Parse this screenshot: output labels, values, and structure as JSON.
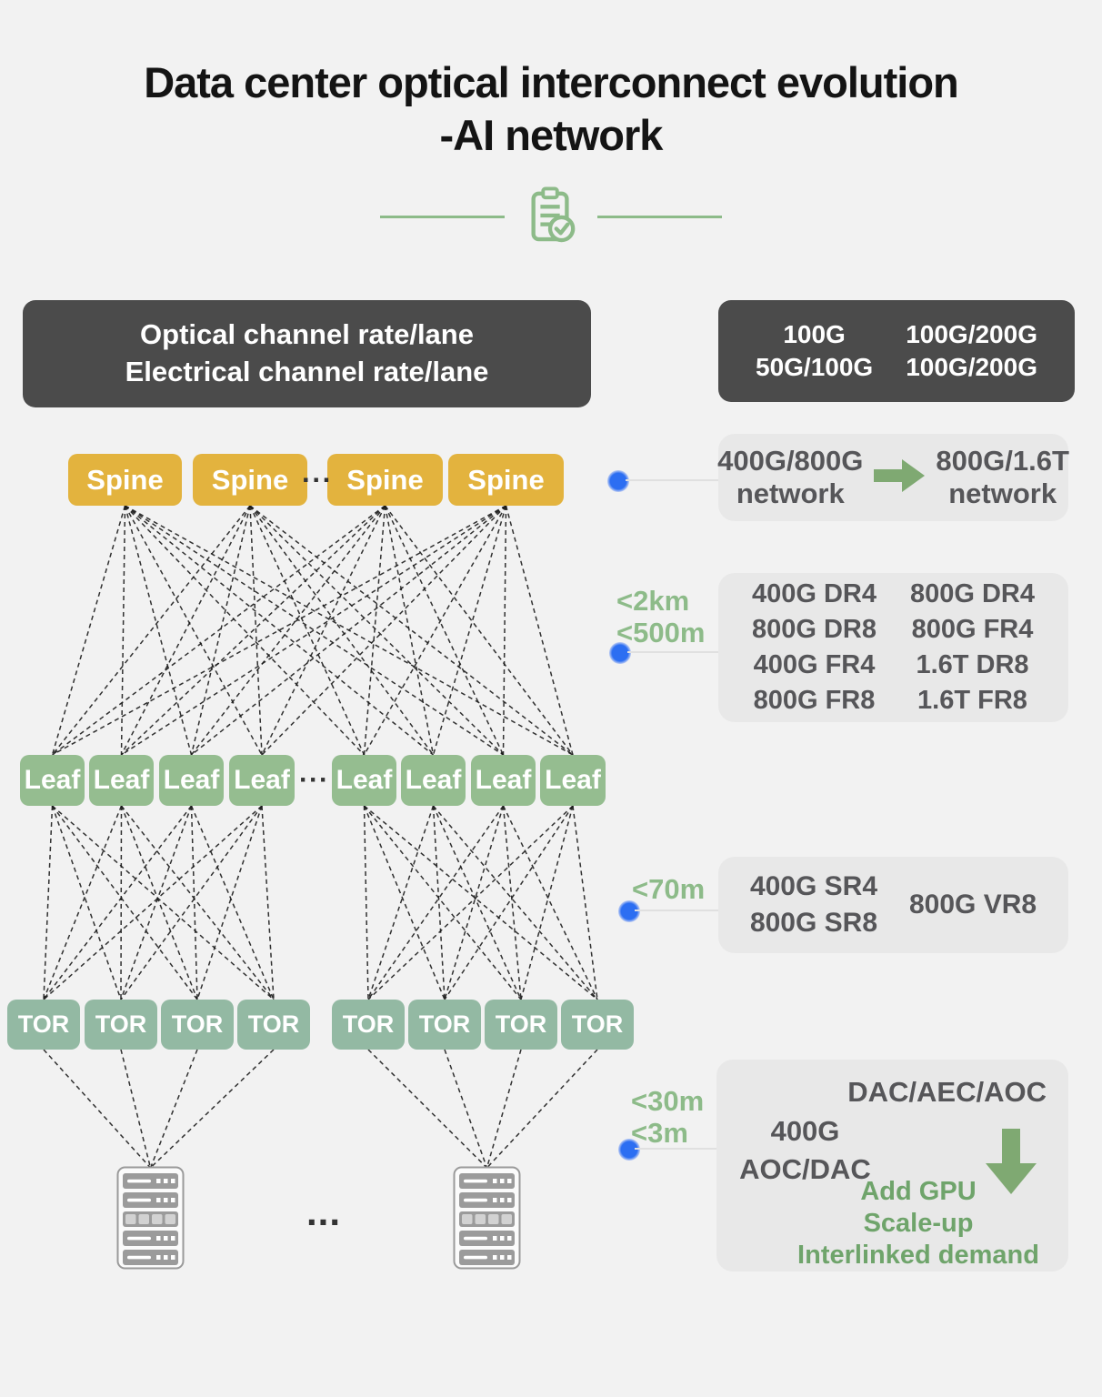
{
  "title": {
    "line1": "Data center optical interconnect evolution",
    "line2": "-AI network"
  },
  "rate_legend": {
    "left": {
      "line1": "Optical channel rate/lane",
      "line2": "Electrical channel rate/lane"
    },
    "right": {
      "optical_now": "100G",
      "optical_next": "100G/200G",
      "electrical_now": "50G/100G",
      "electrical_next": "100G/200G"
    }
  },
  "nodes": {
    "spine_label": "Spine",
    "spine_count": 4,
    "leaf_label": "Leaf",
    "leaf_count": 8,
    "tor_label": "TOR",
    "tor_count": 8,
    "server_count": 2,
    "row_ellipsis": "···",
    "server_ellipsis": "..."
  },
  "annotations": {
    "evolution": {
      "from_line1": "400G/800G",
      "from_line2": "network",
      "to_line1": "800G/1.6T",
      "to_line2": "network"
    },
    "spine_leaf": {
      "distances": [
        "<2km",
        "<500m"
      ],
      "col1": [
        "400G DR4",
        "800G DR8",
        "400G FR4",
        "800G FR8"
      ],
      "col2": [
        "800G DR4",
        "800G FR4",
        "1.6T DR8",
        "1.6T FR8"
      ]
    },
    "leaf_tor": {
      "distances": [
        "<70m"
      ],
      "col1": [
        "400G SR4",
        "800G SR8"
      ],
      "col2": [
        "800G VR8"
      ]
    },
    "tor_server": {
      "distances": [
        "<30m",
        "<3m"
      ],
      "left_line1": "400G",
      "left_line2": "AOC/DAC",
      "top_right": "DAC/AEC/AOC",
      "notes": [
        "Add GPU",
        "Scale-up",
        "Interlinked demand"
      ]
    }
  },
  "topology": {
    "spine_to_leaf": "full mesh",
    "leaf_tor_groups": [
      {
        "leaves": [
          0,
          1,
          2,
          3
        ],
        "tors": [
          0,
          1,
          2,
          3
        ]
      },
      {
        "leaves": [
          4,
          5,
          6,
          7
        ],
        "tors": [
          4,
          5,
          6,
          7
        ]
      }
    ],
    "tor_server_links": [
      {
        "tors": [
          0,
          1,
          2,
          3
        ],
        "server": 0
      },
      {
        "tors": [
          4,
          5,
          6,
          7
        ],
        "server": 1
      }
    ]
  },
  "colors": {
    "spine": "#e3b33e",
    "leaf": "#95bd90",
    "tor": "#93b9a3",
    "dark_box": "#4b4b4b",
    "gray_box": "#e8e8e8",
    "green_text": "#8dbb89",
    "green_accent": "#7fa972",
    "blue_dot": "#2c6ef2",
    "wire": "#1c1c1c"
  }
}
